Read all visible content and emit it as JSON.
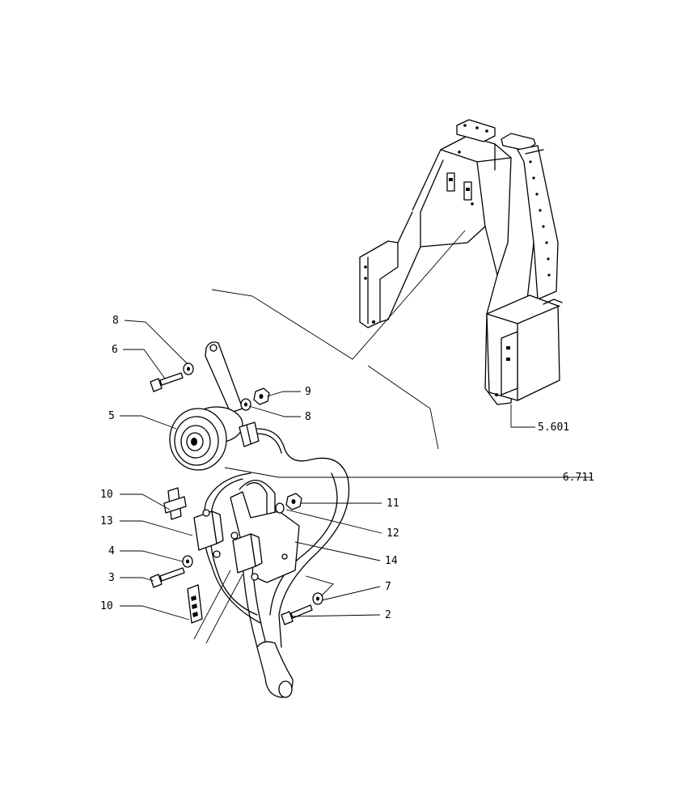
{
  "callouts": {
    "c_5601": "5.601",
    "c_8a": "8",
    "c_6": "6",
    "c_9": "9",
    "c_8b": "8",
    "c_5": "5",
    "c_6711": "6.711",
    "c_11": "11",
    "c_10a": "10",
    "c_12": "12",
    "c_13": "13",
    "c_14": "14",
    "c_4": "4",
    "c_7": "7",
    "c_3": "3",
    "c_2": "2",
    "c_10b": "10"
  }
}
